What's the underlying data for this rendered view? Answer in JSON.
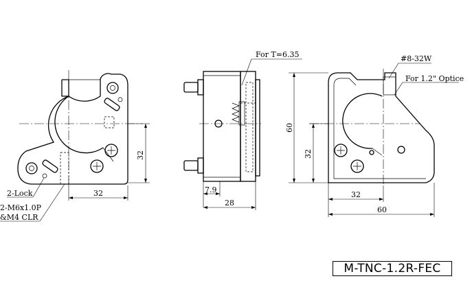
{
  "labels": {
    "for_t": "For T=6.35",
    "thread_832": "#8-32W",
    "for_optic": "For 1.2\" Optice",
    "lock": "2-Lock",
    "m6_line1": "2-M6x1.0P",
    "m6_line2": "&M4 CLR"
  },
  "dimensions": {
    "front_height": "32",
    "front_width": "32",
    "side_offset": "7.9",
    "side_width": "28",
    "back_height_total": "60",
    "back_height_center": "32",
    "back_width_center": "32",
    "back_width_total": "60"
  },
  "model": "M-TNC-1.2R-FEC"
}
